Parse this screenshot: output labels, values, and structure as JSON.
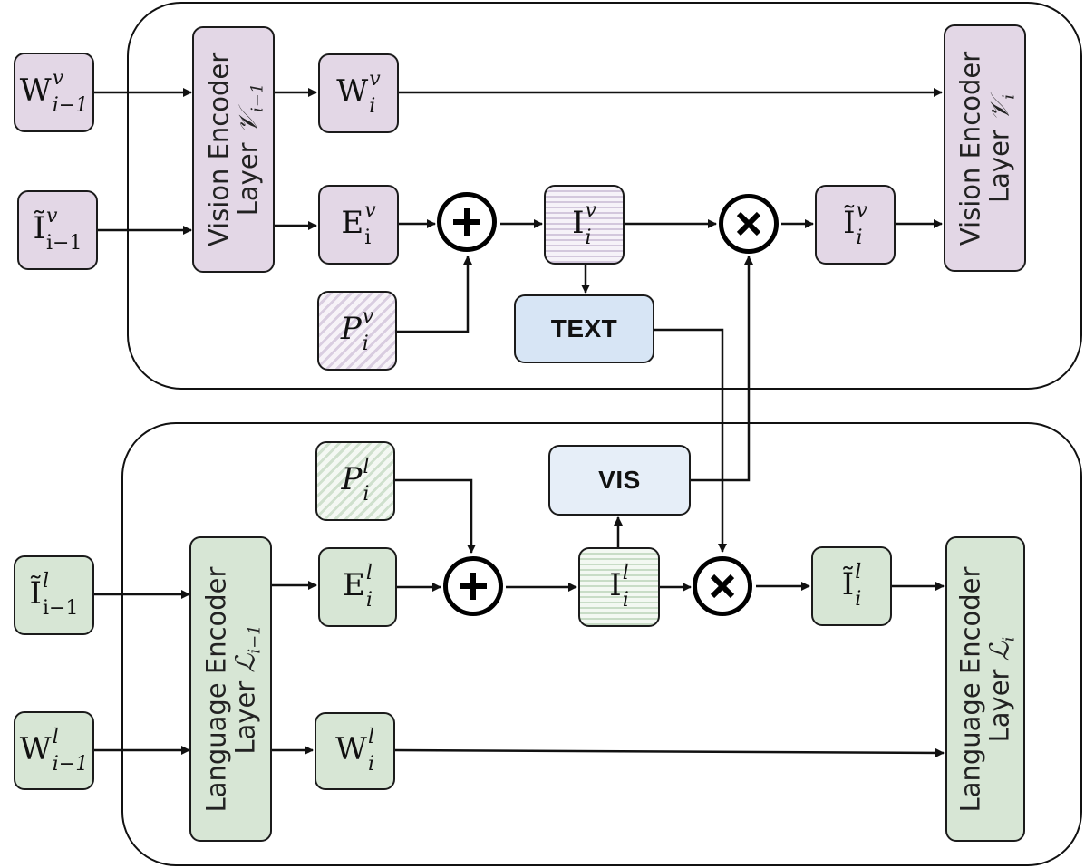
{
  "vision": {
    "w_prev": {
      "base": "W",
      "sup": "v",
      "sub": "i−1"
    },
    "i_prev": {
      "base": "Ĩ",
      "sup": "v",
      "sub": "i−1"
    },
    "w_cur": {
      "base": "W",
      "sup": "v",
      "sub": "i"
    },
    "e_cur": {
      "base": "E",
      "sup": "v",
      "sub": "i"
    },
    "p_cur": {
      "base": "P",
      "sup": "v",
      "sub": "i"
    },
    "i_cur": {
      "base": "I",
      "sup": "v",
      "sub": "i"
    },
    "i_out": {
      "base": "Ĩ",
      "sup": "v",
      "sub": "i"
    },
    "encoder_prev": {
      "line1": "Vision Encoder",
      "line2_text": "Layer ",
      "cal": "𝒱",
      "cal_sub": "i−1"
    },
    "encoder_cur": {
      "line1": "Vision Encoder",
      "line2_text": "Layer ",
      "cal": "𝒱",
      "cal_sub": "i"
    },
    "text_box": "TEXT"
  },
  "language": {
    "i_prev": {
      "base": "Ĩ",
      "sup": "l",
      "sub": "i−1"
    },
    "w_prev": {
      "base": "W",
      "sup": "l",
      "sub": "i−1"
    },
    "w_cur": {
      "base": "W",
      "sup": "l",
      "sub": "i"
    },
    "e_cur": {
      "base": "E",
      "sup": "l",
      "sub": "i"
    },
    "p_cur": {
      "base": "P",
      "sup": "l",
      "sub": "i"
    },
    "i_cur": {
      "base": "I",
      "sup": "l",
      "sub": "i"
    },
    "i_out": {
      "base": "Ĩ",
      "sup": "l",
      "sub": "i"
    },
    "encoder_prev": {
      "line1": "Language Encoder",
      "line2_text": "Layer ",
      "cal": "ℒ",
      "cal_sub": "i−1"
    },
    "encoder_cur": {
      "line1": "Language Encoder",
      "line2_text": "Layer ",
      "cal": "ℒ",
      "cal_sub": "i"
    },
    "vis_box": "VIS"
  },
  "operators": {
    "add": "⊕",
    "mul": "⊗"
  },
  "colors": {
    "vision_fill": "#e3d7e6",
    "language_fill": "#d7e6d5",
    "text_fill": "#d7e5f5",
    "vis_fill": "#e6eef8",
    "line": "#111111"
  }
}
